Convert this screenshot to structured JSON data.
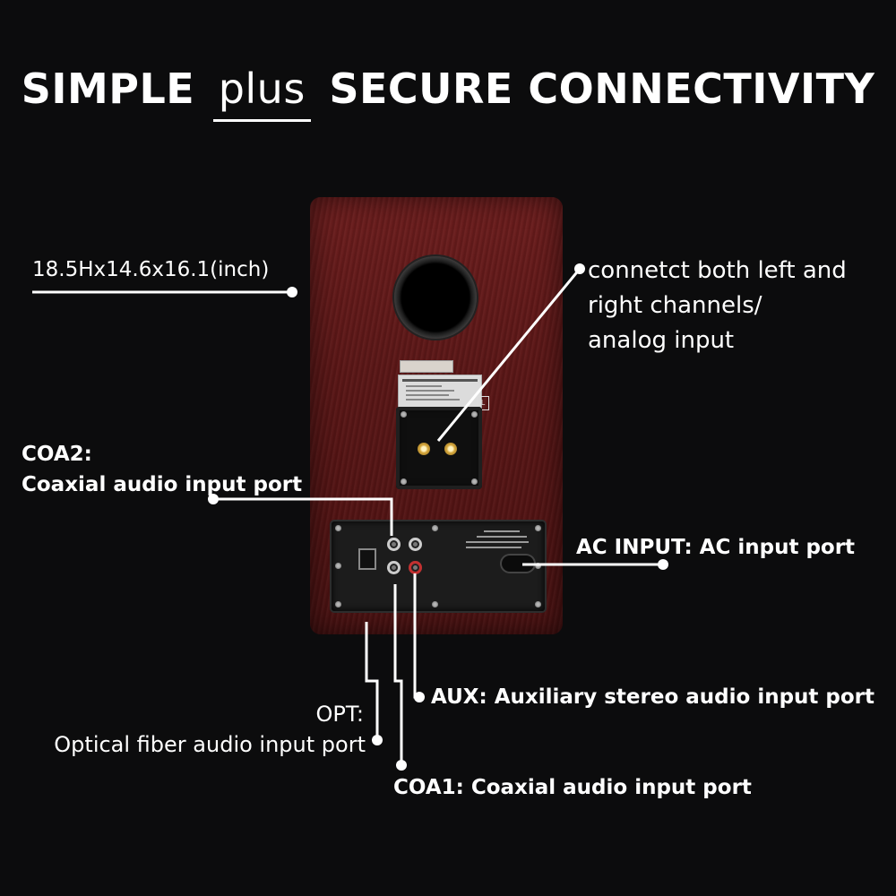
{
  "headline": {
    "part1": "SIMPLE",
    "part2": "plus",
    "part3": "SECURE CONNECTIVITY"
  },
  "callouts": {
    "dimensions": "18.5Hx14.6x16.1(inch)",
    "analog": [
      "connetct both left and",
      "right channels/",
      "analog input"
    ],
    "coa2": [
      "COA2:",
      "Coaxial audio input port"
    ],
    "ac": "AC INPUT: AC input port",
    "aux": "AUX: Auxiliary stereo audio input port",
    "opt": [
      "OPT:",
      "Optical fiber audio input port"
    ],
    "coa1": "COA1: Coaxial audio input port"
  },
  "colors": {
    "background": "#0c0c0d",
    "text": "#ffffff",
    "wood": "#5c1717"
  }
}
